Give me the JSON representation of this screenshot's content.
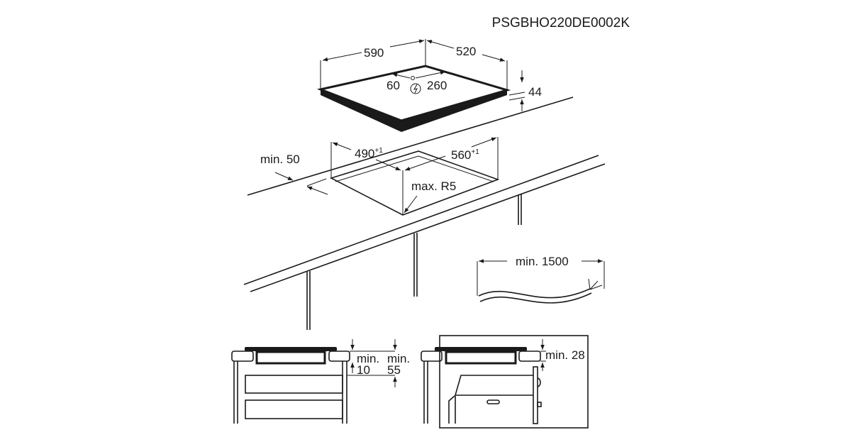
{
  "model_code": "PSGBHO220DE0002K",
  "hob": {
    "width": "590",
    "depth": "520",
    "height": "44",
    "connection_left": "60",
    "connection_right": "260",
    "power_symbol": "power-connection-icon"
  },
  "cutout": {
    "width": "490",
    "width_tol": "+1",
    "depth": "560",
    "depth_tol": "+1",
    "radius": "max. R5",
    "edge_distance": "min. 50"
  },
  "cable": {
    "length": "min. 1500"
  },
  "installation_drawer": {
    "label_a": "min.",
    "value_a": "10",
    "label_b": "min.",
    "value_b": "55"
  },
  "installation_oven": {
    "clearance": "min. 28"
  },
  "colors": {
    "line": "#1a1a1a",
    "background": "#ffffff"
  }
}
